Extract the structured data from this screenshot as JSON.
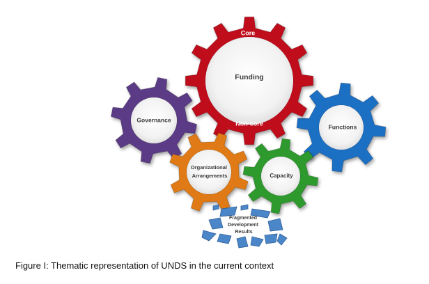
{
  "diagram": {
    "gears": [
      {
        "id": "funding",
        "label": "Funding",
        "color": "#c0111f"
      },
      {
        "id": "governance",
        "label": "Governance",
        "color": "#5b3a86"
      },
      {
        "id": "functions",
        "label": "Functions",
        "color": "#1f6fc4"
      },
      {
        "id": "organizational",
        "label": "Organizational Arrangements",
        "color": "#e07a12"
      },
      {
        "id": "capacity",
        "label": "Capacity",
        "color": "#2e9a2e"
      }
    ],
    "funding_bands": {
      "top": "Core",
      "bottom": "Non-core"
    },
    "fragments": {
      "label": "Fragmented Development Results",
      "color": "#4a86c8"
    }
  },
  "caption": "Figure I: Thematic representation of UNDS in the current context"
}
